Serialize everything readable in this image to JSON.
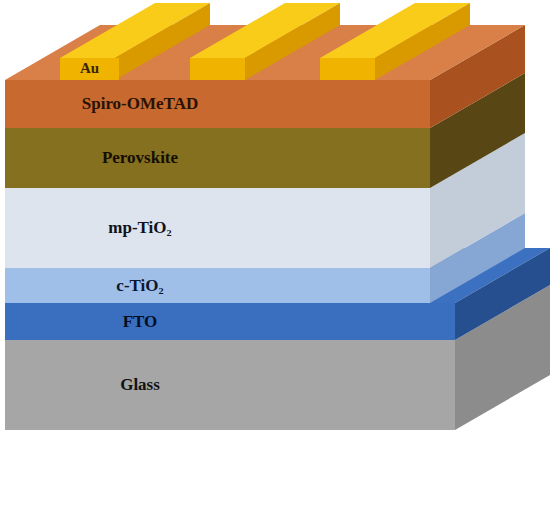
{
  "diagram": {
    "nodes": [
      {
        "text": [
          "Au"
        ]
      },
      {
        "text": [
          "Spiro-OMeTAD"
        ]
      },
      {
        "text": [
          "Perovskite"
        ]
      },
      {
        "text": [
          "mp-TiO₂"
        ]
      },
      {
        "text": [
          "c-TiO₂"
        ]
      },
      {
        "text": [
          "FTO"
        ]
      },
      {
        "text": [
          "Glass"
        ]
      }
    ]
  }
}
